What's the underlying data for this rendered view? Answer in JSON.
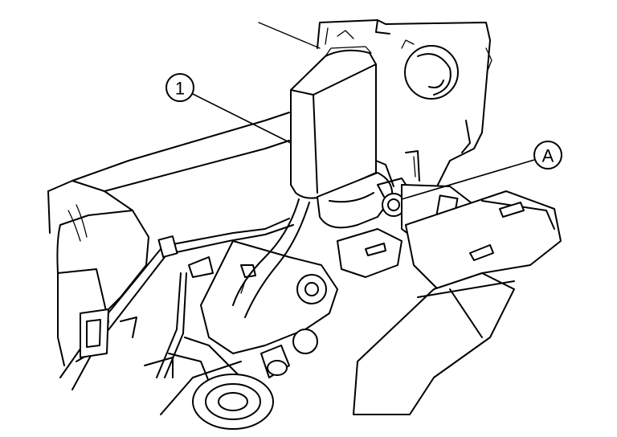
{
  "callouts": [
    {
      "id": "callout-1",
      "label": "1"
    },
    {
      "id": "callout-A",
      "label": "A"
    }
  ],
  "colors": {
    "line": "#000000",
    "background": "#ffffff"
  }
}
